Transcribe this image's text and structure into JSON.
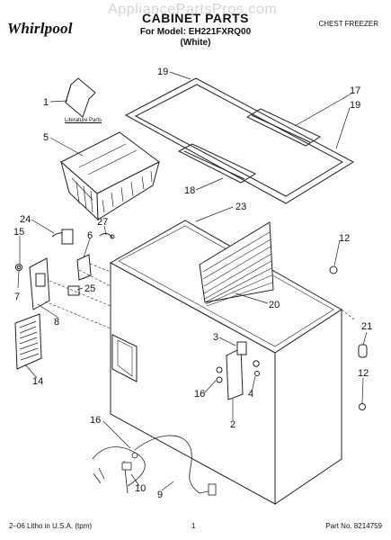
{
  "header": {
    "brand": "Whirlpool",
    "watermark": "AppliancePartsPros.com",
    "title": "CABINET PARTS",
    "model_line": "For Model: EH221FXRQ00",
    "color_line": "(White)",
    "category": "CHEST FREEZER"
  },
  "literature_label": "Literature Parts",
  "callouts": {
    "c1": "1",
    "c2": "2",
    "c3": "3",
    "c4": "4",
    "c5": "5",
    "c6": "6",
    "c7": "7",
    "c8": "8",
    "c9": "9",
    "c10": "10",
    "c12a": "12",
    "c12b": "12",
    "c14": "14",
    "c15": "15",
    "c16a": "16",
    "c16b": "16",
    "c17": "17",
    "c18": "18",
    "c19a": "19",
    "c19b": "19",
    "c20": "20",
    "c21": "21",
    "c23": "23",
    "c24": "24",
    "c25": "25",
    "c27": "27"
  },
  "footer": {
    "left": "2–06 Litho in U.S.A. (tpm)",
    "page": "1",
    "part_no": "Part No. 8214759"
  }
}
